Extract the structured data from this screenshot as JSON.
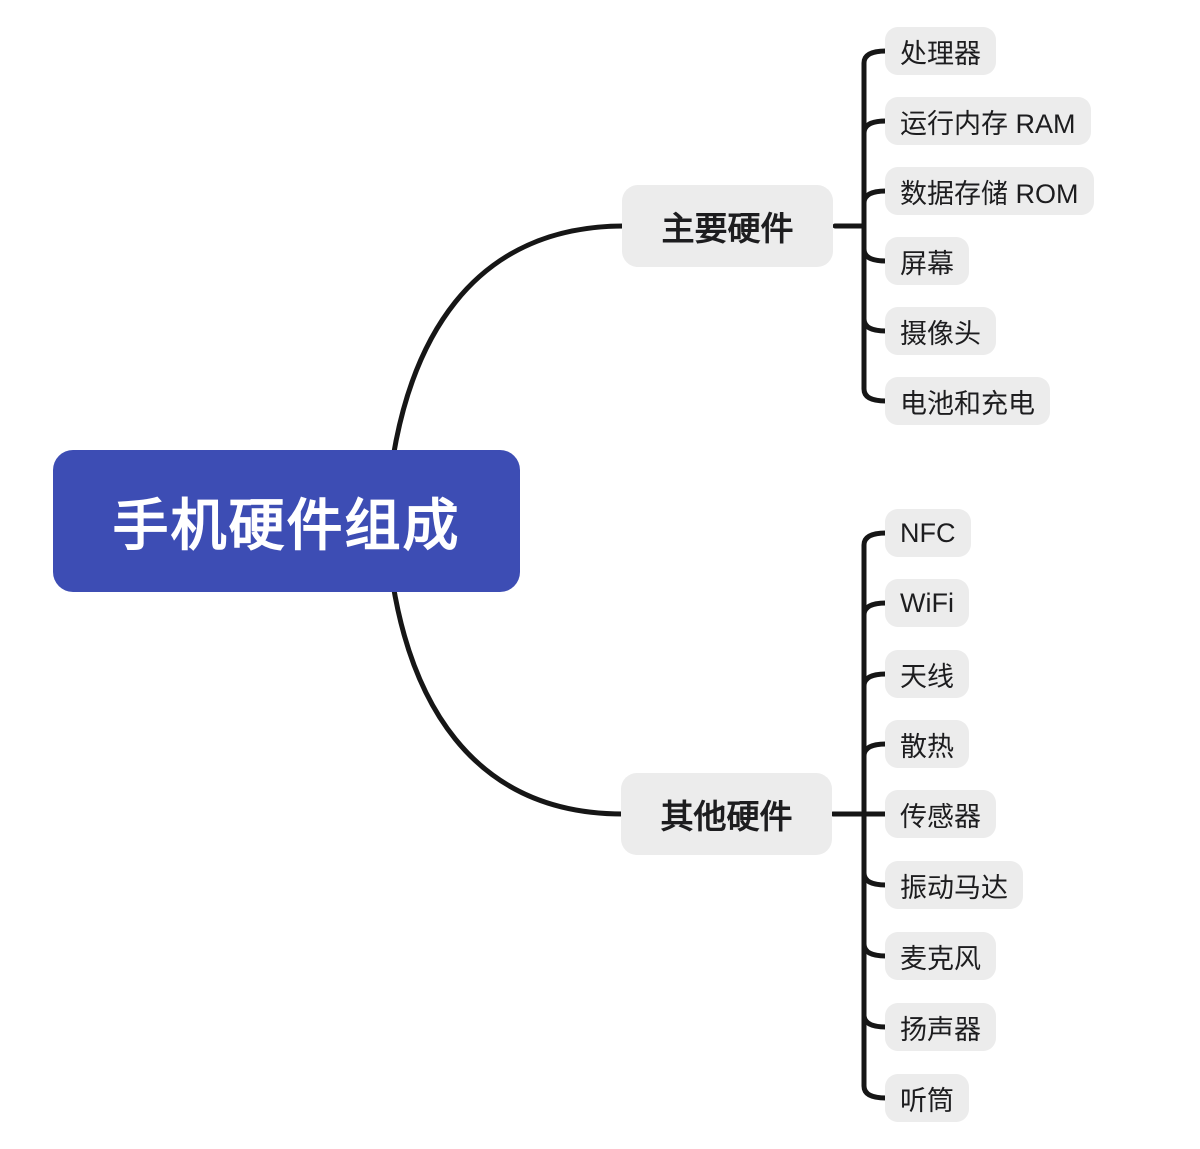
{
  "diagram": {
    "type": "mindmap",
    "root": {
      "label": "手机硬件组成"
    },
    "branches": [
      {
        "label": "主要硬件",
        "children": [
          "处理器",
          "运行内存 RAM",
          "数据存储 ROM",
          "屏幕",
          "摄像头",
          "电池和充电"
        ]
      },
      {
        "label": "其他硬件",
        "children": [
          "NFC",
          "WiFi",
          "天线",
          "散热",
          "传感器",
          "振动马达",
          "麦克风",
          "扬声器",
          "听筒"
        ]
      }
    ]
  },
  "colors": {
    "background": "#ffffff",
    "root_bg": "#3d4db4",
    "root_text": "#ffffff",
    "node_bg": "#ececec",
    "node_text": "#1d1d1f",
    "line": "#161616"
  }
}
